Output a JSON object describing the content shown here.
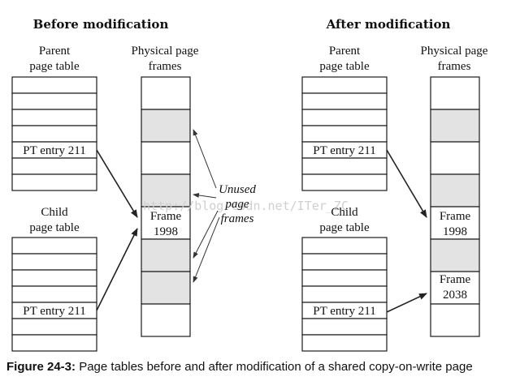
{
  "before": {
    "title": "Before modification",
    "parent_label": [
      "Parent",
      "page table"
    ],
    "physical_label": [
      "Physical page",
      "frames"
    ],
    "child_label": [
      "Child",
      "page table"
    ],
    "parent_entry": "PT entry 211",
    "child_entry": "PT entry 211",
    "frame_label": [
      "Frame",
      "1998"
    ],
    "unused_label": [
      "Unused",
      "page",
      "frames"
    ]
  },
  "after": {
    "title": "After modification",
    "parent_label": [
      "Parent",
      "page table"
    ],
    "physical_label": [
      "Physical page",
      "frames"
    ],
    "child_label": [
      "Child",
      "page table"
    ],
    "parent_entry": "PT entry 211",
    "child_entry": "PT entry 211",
    "frame_a_label": [
      "Frame",
      "1998"
    ],
    "frame_b_label": [
      "Frame",
      "2038"
    ]
  },
  "watermark": "http://blog.csdn.net/ITer_ZC",
  "caption": {
    "bold": "Figure 24-3:",
    "text": " Page tables before and after modification of a shared copy-on-write page"
  },
  "colors": {
    "shaded_frame": "#e3e3e3",
    "line": "#1a1a1a"
  }
}
